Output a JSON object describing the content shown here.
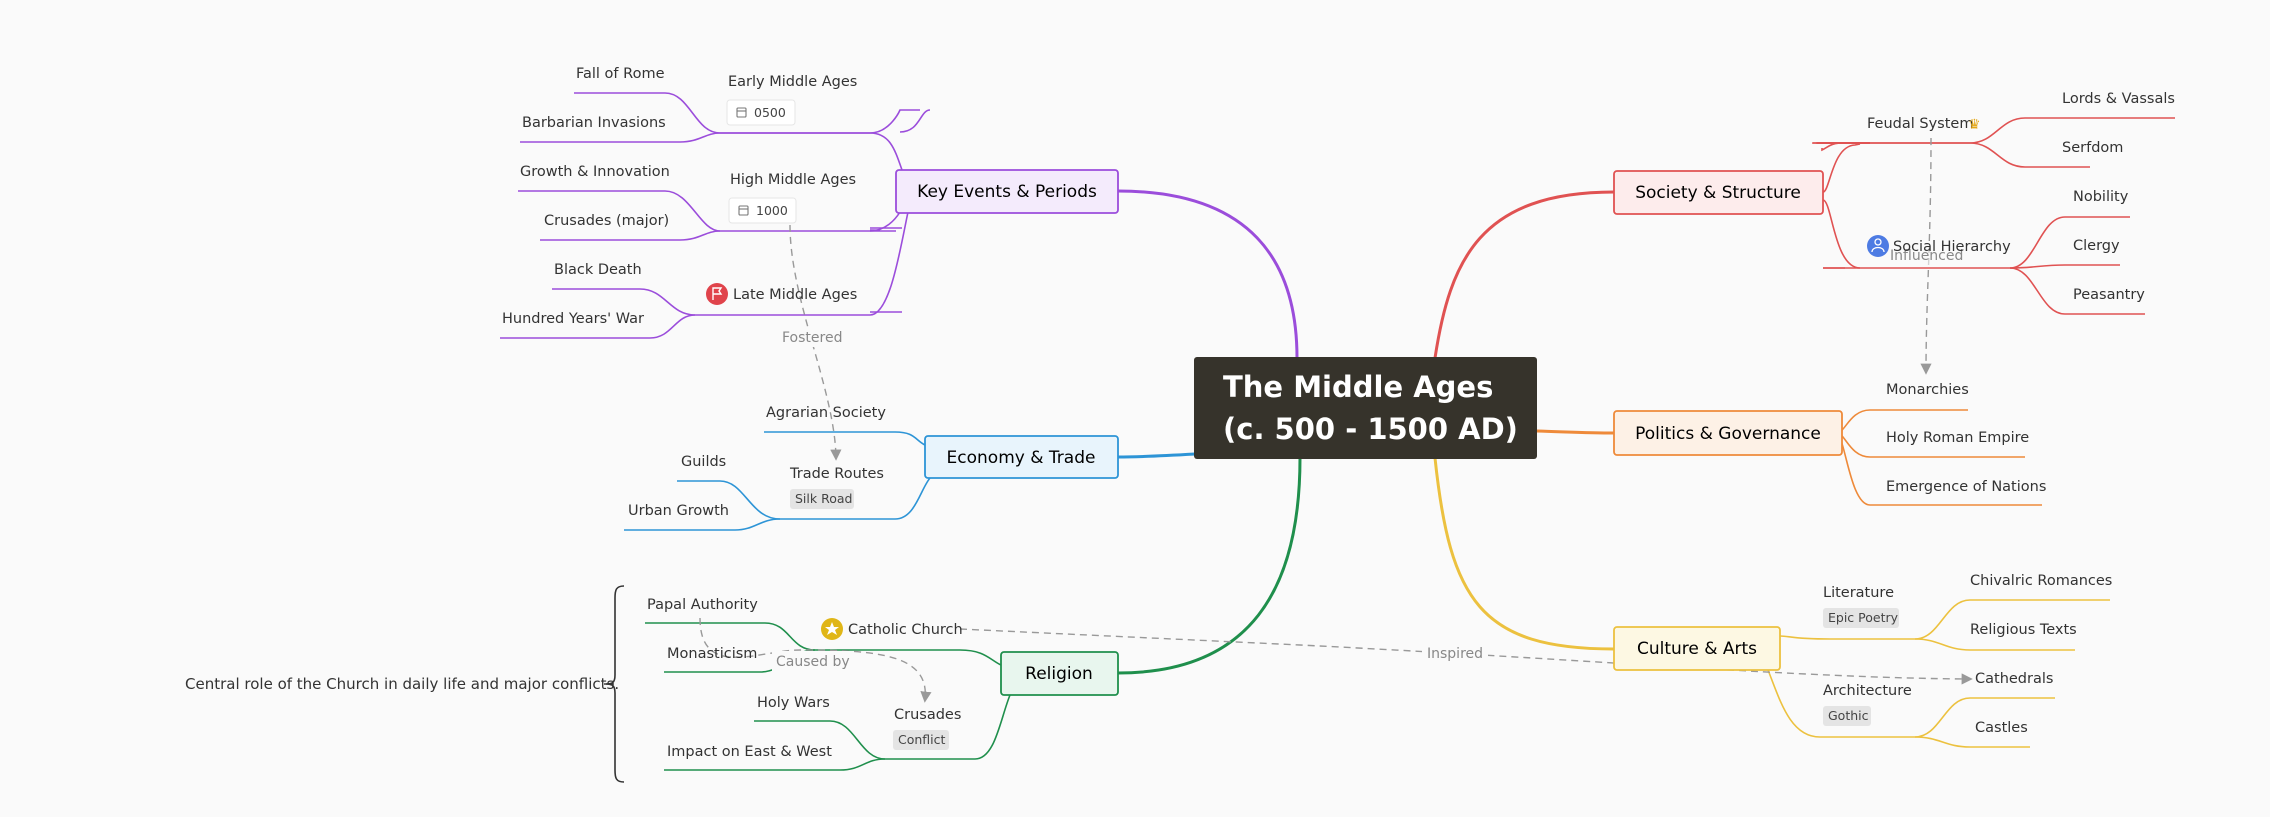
{
  "central": {
    "line1": "The Middle Ages",
    "line2": "(c. 500 - 1500 AD)"
  },
  "colors": {
    "central": "#36332b",
    "key_events": "#9b4ddb",
    "economy": "#2d94d6",
    "religion": "#1f8f4c",
    "society": "#e05252",
    "politics": "#ee8a3a",
    "culture": "#ecc13f",
    "dashed": "#999999"
  },
  "topics": {
    "key_events": {
      "label": "Key Events & Periods",
      "early": {
        "label": "Early Middle Ages",
        "date": "0500",
        "children": [
          "Fall of Rome",
          "Barbarian Invasions"
        ]
      },
      "high": {
        "label": "High Middle Ages",
        "date": "1000",
        "children": [
          "Growth & Innovation",
          "Crusades (major)"
        ]
      },
      "late": {
        "label": "Late Middle Ages",
        "icon": "flag-icon",
        "children": [
          "Black Death",
          "Hundred Years' War"
        ]
      }
    },
    "economy": {
      "label": "Economy & Trade",
      "agrarian": "Agrarian Society",
      "trade": {
        "label": "Trade Routes",
        "tag": "Silk Road",
        "children": [
          "Guilds",
          "Urban Growth"
        ]
      }
    },
    "religion": {
      "label": "Religion",
      "catholic": {
        "label": "Catholic Church",
        "icon": "star-icon",
        "children": [
          "Papal Authority",
          "Monasticism"
        ]
      },
      "crusades": {
        "label": "Crusades",
        "tag": "Conflict",
        "children": [
          "Holy Wars",
          "Impact on East & West"
        ]
      },
      "summary": "Central role of the Church in daily life and major conflicts."
    },
    "society": {
      "label": "Society & Structure",
      "feudal": {
        "label": "Feudal System",
        "icon": "crown-icon",
        "children": [
          "Lords & Vassals",
          "Serfdom"
        ]
      },
      "hierarchy": {
        "label": "Social Hierarchy",
        "icon": "person-icon",
        "children": [
          "Nobility",
          "Clergy",
          "Peasantry"
        ]
      }
    },
    "politics": {
      "label": "Politics & Governance",
      "children": [
        "Monarchies",
        "Holy Roman Empire",
        "Emergence of Nations"
      ]
    },
    "culture": {
      "label": "Culture & Arts",
      "literature": {
        "label": "Literature",
        "tag": "Epic Poetry",
        "children": [
          "Chivalric Romances",
          "Religious Texts"
        ]
      },
      "architecture": {
        "label": "Architecture",
        "tag": "Gothic",
        "children": [
          "Cathedrals",
          "Castles"
        ]
      }
    }
  },
  "relations": {
    "fostered": "Fostered",
    "influenced": "Influenced",
    "caused_by": "Caused by",
    "inspired": "Inspired"
  }
}
